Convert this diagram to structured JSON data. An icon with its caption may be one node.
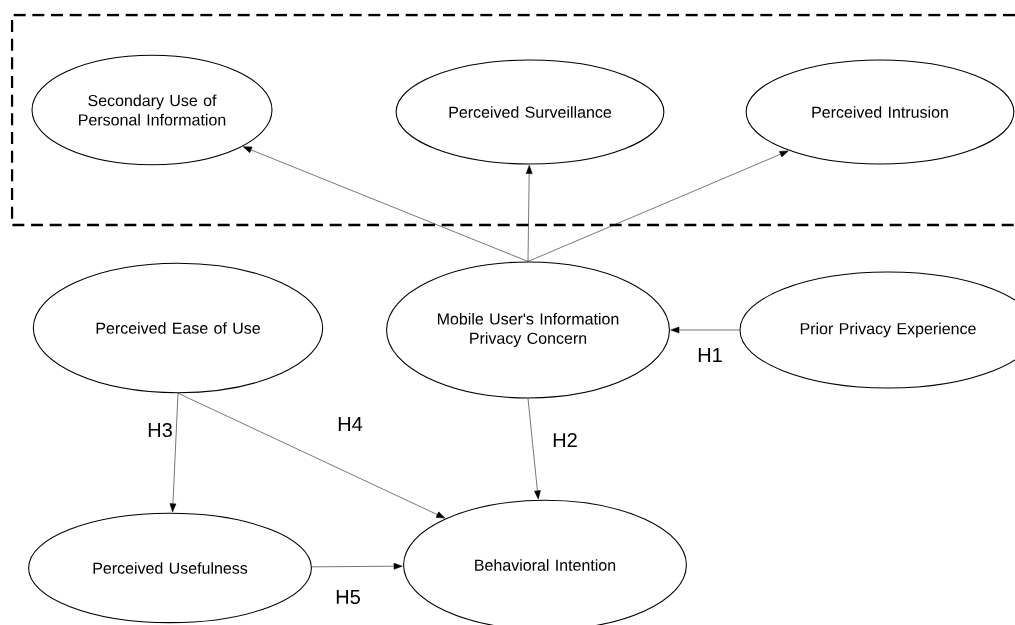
{
  "diagram": {
    "nodes": [
      {
        "text": [],
        "shape": "box"
      },
      {
        "text": [
          "Secondary Use of Personal Information"
        ],
        "in": 0
      },
      {
        "text": [
          "Perceived Surveillance"
        ],
        "in": 0
      },
      {
        "text": [
          "Perceived Intrusion"
        ],
        "in": 0
      },
      {
        "text": [
          "Perceived Ease of Use"
        ]
      },
      {
        "text": [
          "Mobile User's Information Privacy Concern"
        ]
      },
      {
        "text": [
          "Prior Privacy Experience"
        ]
      },
      {
        "text": [
          "Perceived Usefulness"
        ]
      },
      {
        "text": [
          "Behavioral Intention"
        ]
      }
    ],
    "edges": [
      {
        "from": 5,
        "to": 1,
        "arrow": "to"
      },
      {
        "from": 5,
        "to": 2,
        "arrow": "to"
      },
      {
        "from": 5,
        "to": 3,
        "arrow": "to"
      },
      {
        "from": 6,
        "to": 5,
        "arrow": "to",
        "label": "H1"
      },
      {
        "from": 5,
        "to": 8,
        "arrow": "to",
        "label": "H2"
      },
      {
        "from": 4,
        "to": 7,
        "arrow": "to",
        "label": "H3"
      },
      {
        "from": 4,
        "to": 8,
        "arrow": "to",
        "label": "H4"
      },
      {
        "from": 7,
        "to": 8,
        "arrow": "to",
        "label": "H5"
      }
    ]
  }
}
